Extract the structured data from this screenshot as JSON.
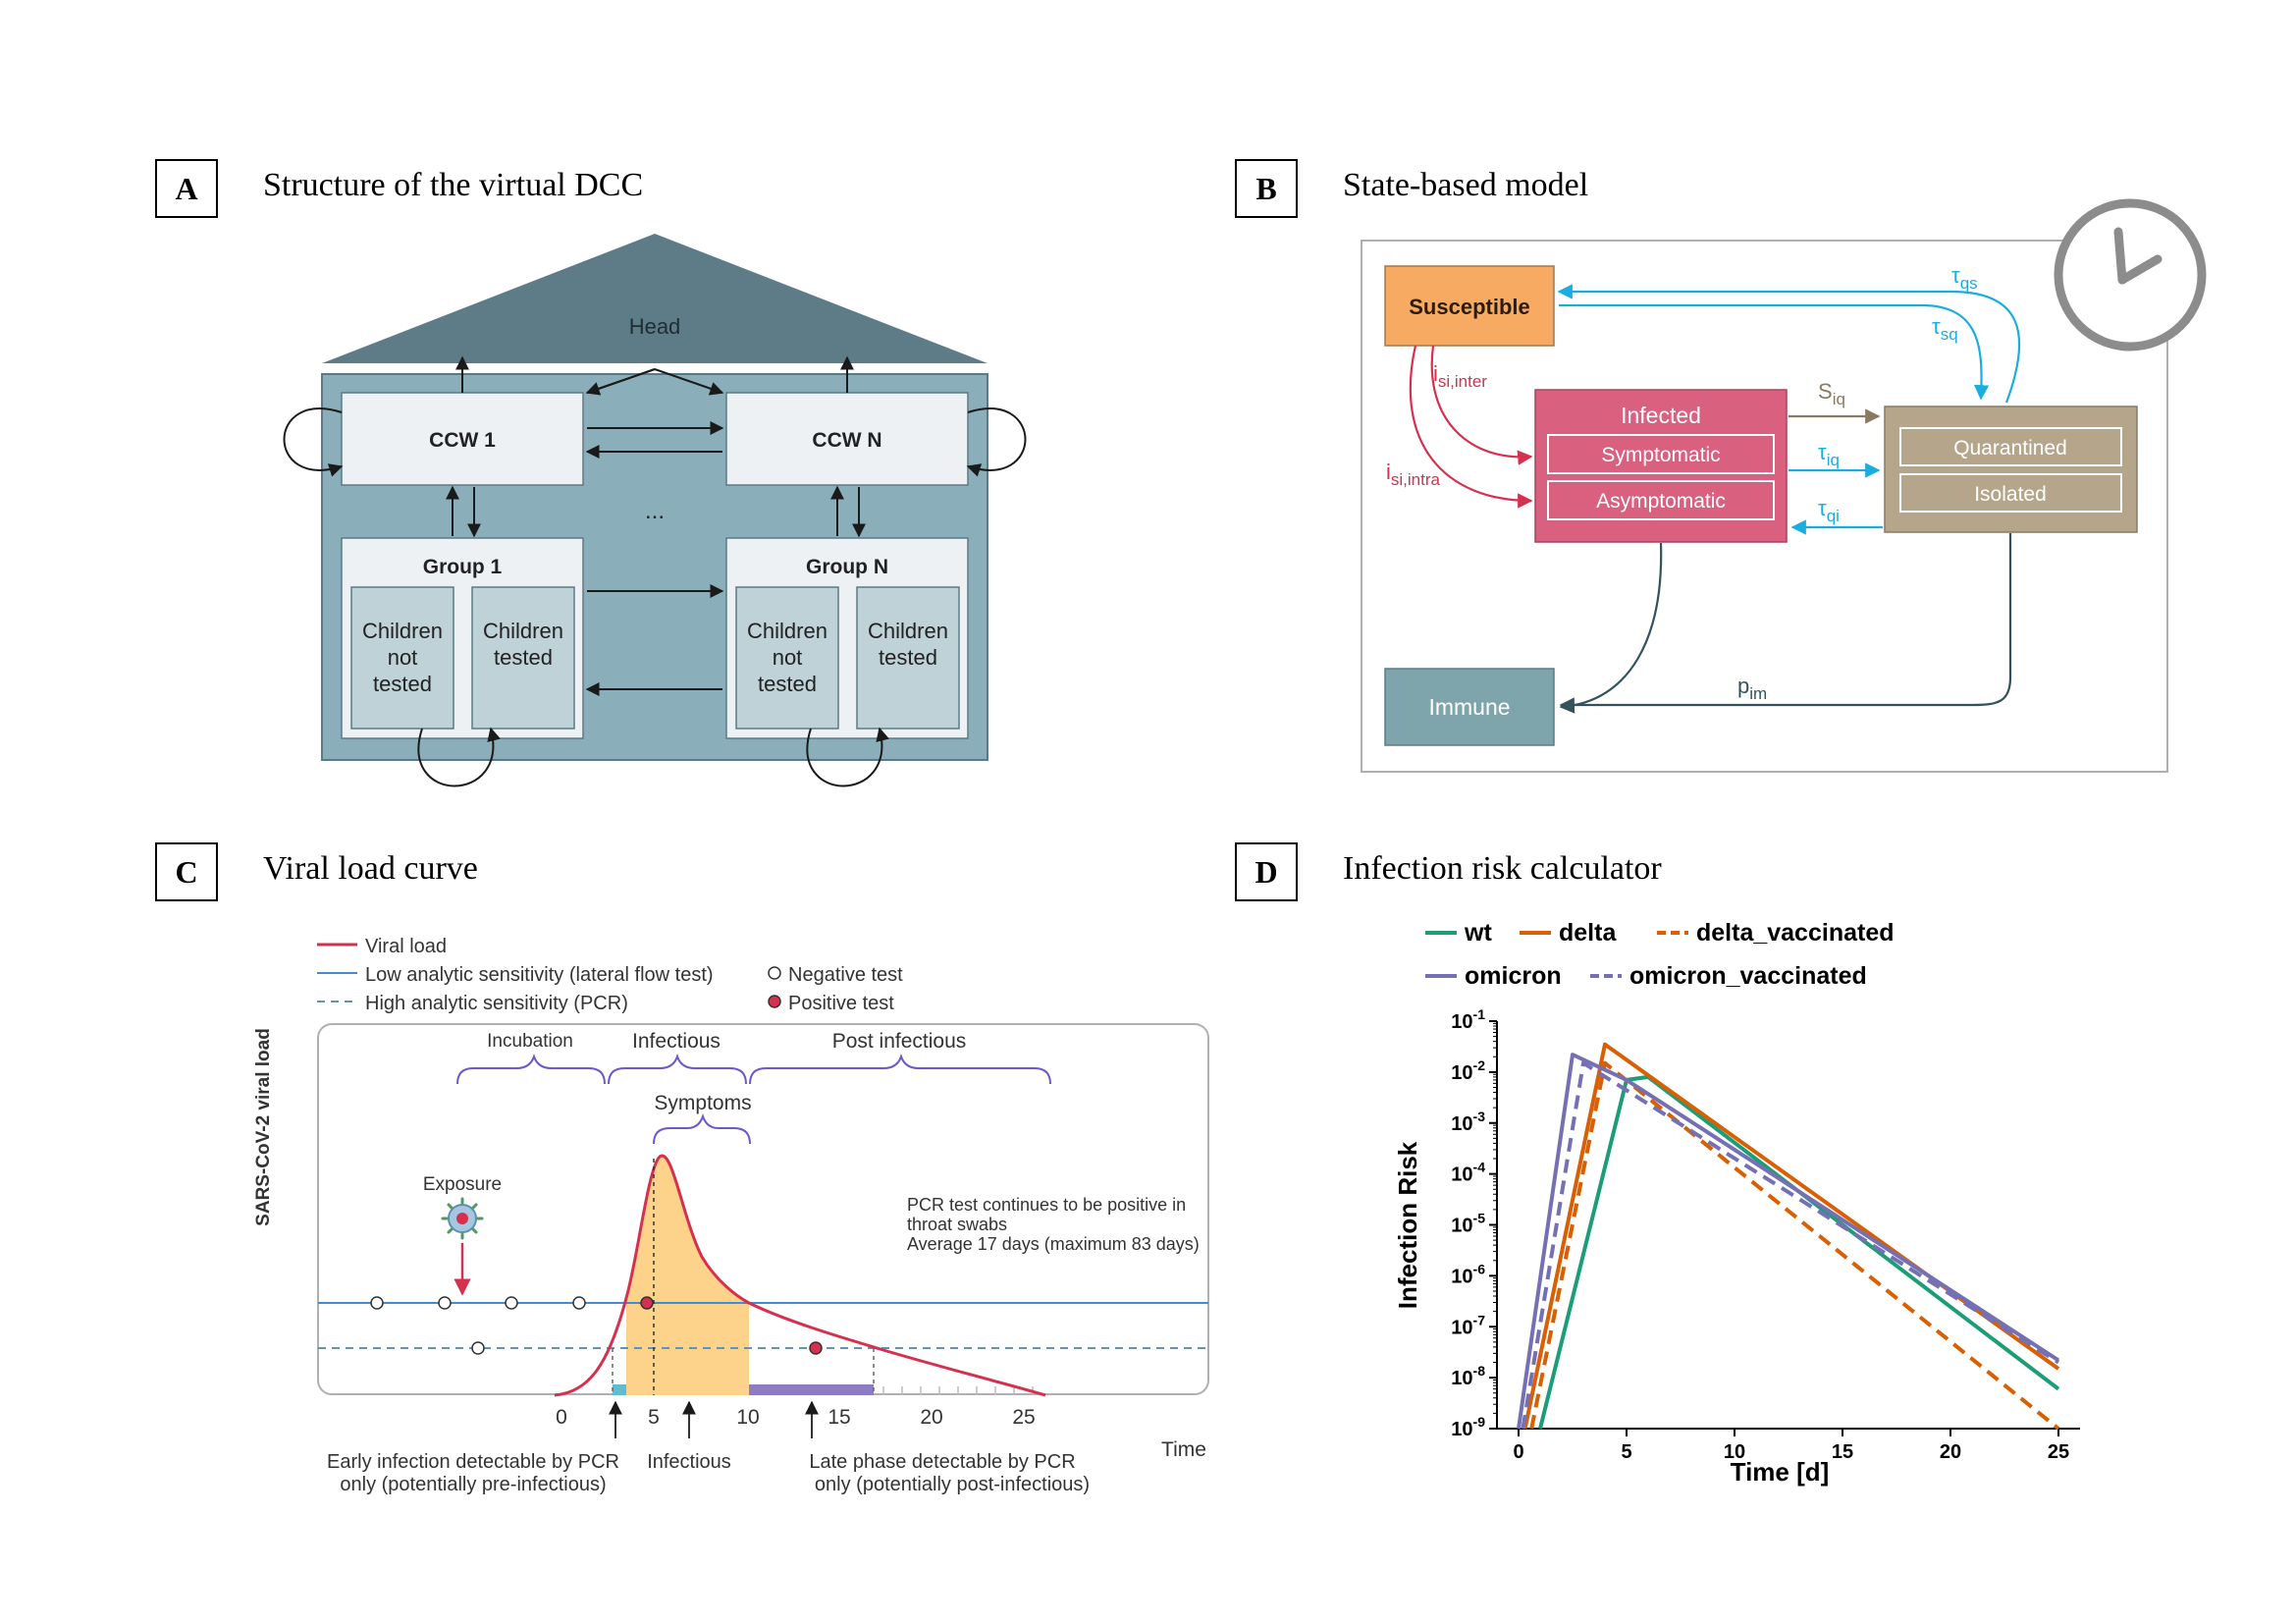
{
  "panels": [
    {
      "letter": "A",
      "title": "Structure of the virtual DCC"
    },
    {
      "letter": "B",
      "title": "State-based model"
    },
    {
      "letter": "C",
      "title": "Viral load curve"
    },
    {
      "letter": "D",
      "title": "Infection risk calculator"
    }
  ],
  "panel_a": {
    "head": "Head",
    "ccw1": "CCW 1",
    "ccwn": "CCW N",
    "ellipsis": "...",
    "group1": "Group 1",
    "groupn": "Group N",
    "not_tested": [
      "Children",
      "not",
      "tested"
    ],
    "tested": [
      "Children",
      "tested"
    ]
  },
  "panel_b": {
    "susceptible": "Susceptible",
    "infected": "Infected",
    "symptomatic": "Symptomatic",
    "asymptomatic": "Asymptomatic",
    "quarantined": "Quarantined",
    "isolated": "Isolated",
    "immune": "Immune",
    "labels": {
      "i_inter_base": "i",
      "i_inter_sub": "si,inter",
      "i_intra_base": "i",
      "i_intra_sub": "si,intra",
      "s_iq_base": "S",
      "s_iq_sub": "iq",
      "t_iq_base": "τ",
      "t_iq_sub": "iq",
      "t_qi_base": "τ",
      "t_qi_sub": "qi",
      "t_qs_base": "τ",
      "t_qs_sub": "qs",
      "t_sq_base": "τ",
      "t_sq_sub": "sq",
      "p_im_base": "p",
      "p_im_sub": "im"
    },
    "colors": {
      "susceptible": "#f7ab62",
      "infected": "#d9607f",
      "quarantine": "#b5a58b",
      "immune": "#7fa5ac",
      "cyan": "#1aaee0",
      "red": "#d6304f"
    }
  },
  "panel_c": {
    "legend": {
      "viral_load": "Viral load",
      "low": "Low analytic sensitivity (lateral flow test)",
      "high": "High analytic sensitivity (PCR)",
      "negative": "Negative test",
      "positive": "Positive test"
    },
    "ylabel": "SARS-CoV-2 viral load",
    "phases": {
      "incubation": "Incubation",
      "infectious": "Infectious",
      "post": "Post infectious",
      "symptoms": "Symptoms"
    },
    "exposure": "Exposure",
    "note": [
      "PCR test continues to be positive in",
      "throat swabs",
      "Average 17 days (maximum 83 days)"
    ],
    "ticks": [
      "0",
      "5",
      "10",
      "15",
      "20",
      "25"
    ],
    "xlabel": "Time",
    "early": [
      "Early infection detectable by PCR",
      "only (potentially pre-infectious)"
    ],
    "infectious_label": "Infectious",
    "late": [
      "Late phase detectable by PCR",
      "only (potentially post-infectious)"
    ]
  },
  "chart_data": {
    "type": "line",
    "title": "",
    "xlabel": "Time [d]",
    "ylabel": "Infection Risk",
    "xlim": [
      -1,
      26
    ],
    "ylim": [
      1e-09,
      0.1
    ],
    "yscale": "log",
    "xticks": [
      "0",
      "5",
      "10",
      "15",
      "20",
      "25"
    ],
    "yticks": [
      "10^-1",
      "10^-2",
      "10^-3",
      "10^-4",
      "10^-5",
      "10^-6",
      "10^-7",
      "10^-8",
      "10^-9"
    ],
    "legend_position": "top",
    "series": [
      {
        "name": "wt",
        "color": "#1b9e77",
        "dash": false,
        "points": [
          [
            1,
            1e-09
          ],
          [
            5,
            0.007
          ],
          [
            6,
            0.008
          ],
          [
            25,
            6e-09
          ]
        ]
      },
      {
        "name": "delta",
        "color": "#d95f02",
        "dash": false,
        "points": [
          [
            0.3,
            1e-09
          ],
          [
            4,
            0.035
          ],
          [
            25,
            1.5e-08
          ]
        ]
      },
      {
        "name": "delta_vaccinated",
        "color": "#d95f02",
        "dash": true,
        "points": [
          [
            0.6,
            1e-09
          ],
          [
            4,
            0.015
          ],
          [
            25,
            1e-09
          ]
        ]
      },
      {
        "name": "omicron",
        "color": "#7570b3",
        "dash": false,
        "points": [
          [
            0,
            1e-09
          ],
          [
            2.5,
            0.022
          ],
          [
            5,
            0.007
          ],
          [
            10,
            0.0003
          ],
          [
            25,
            2.2e-08
          ]
        ]
      },
      {
        "name": "omicron_vaccinated",
        "color": "#7570b3",
        "dash": true,
        "points": [
          [
            0.2,
            1e-09
          ],
          [
            3,
            0.015
          ],
          [
            25,
            2e-08
          ]
        ]
      }
    ]
  }
}
